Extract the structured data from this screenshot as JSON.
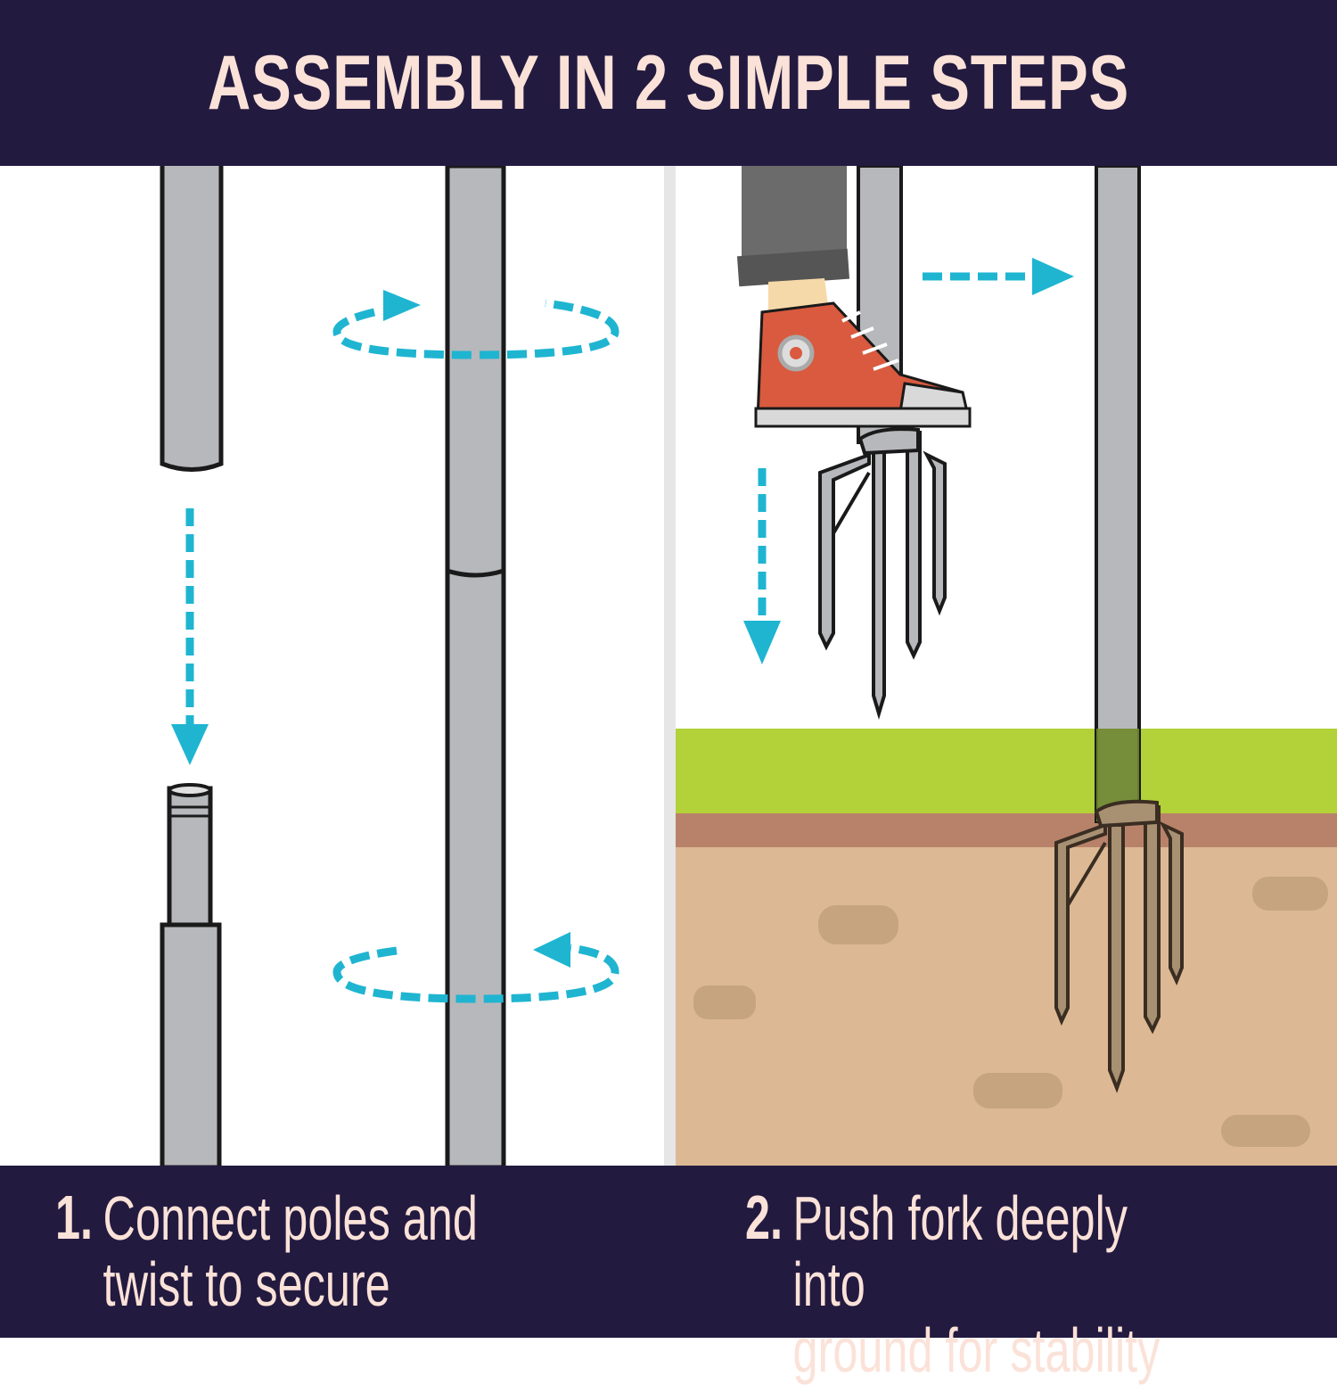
{
  "header": {
    "title": "ASSEMBLY IN 2 SIMPLE STEPS"
  },
  "steps": [
    {
      "number": "1.",
      "line1": "Connect poles and",
      "line2": "twist to secure"
    },
    {
      "number": "2.",
      "line1": "Push fork deeply into",
      "line2": "ground for stability"
    }
  ],
  "colors": {
    "navy": "#231a40",
    "title_text": "#fbe2d8",
    "arrow": "#1fb5d1",
    "pole": "#b7b8bc",
    "grass": "#b3d138",
    "soil_top": "#b8826a",
    "soil": "#dcb994",
    "shoe": "#d95a3f"
  }
}
